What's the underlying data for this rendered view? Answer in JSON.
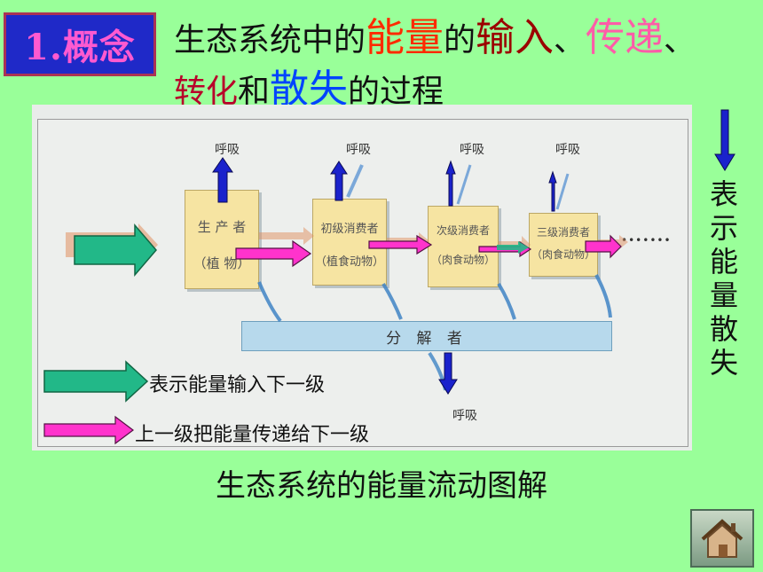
{
  "heading": {
    "concept_label": "1.概念",
    "line1": [
      {
        "text": "生态系统中的",
        "style": "normal"
      },
      {
        "text": "能量",
        "style": "big red"
      },
      {
        "text": "的",
        "style": "normal"
      },
      {
        "text": "输入",
        "style": "big dred"
      },
      {
        "text": "、",
        "style": "normal"
      },
      {
        "text": "传递",
        "style": "big pink"
      },
      {
        "text": "、",
        "style": "normal"
      }
    ],
    "line2": [
      {
        "text": "转化",
        "style": "maroon"
      },
      {
        "text": "和",
        "style": "normal"
      },
      {
        "text": "散失",
        "style": "big blue"
      },
      {
        "text": "的过程",
        "style": "normal"
      }
    ]
  },
  "diagram": {
    "producer": {
      "line1": "生 产 者",
      "line2": "（植 物）"
    },
    "primary": {
      "line1": "初级消费者",
      "line2": "（植食动物）"
    },
    "secondary": {
      "line1": "次级消费者",
      "line2": "（肉食动物）"
    },
    "tertiary": {
      "line1": "三级消费者",
      "line2": "（肉食动物）"
    },
    "decomposer": "分 解 者",
    "respiration": "呼吸",
    "ellipsis": "•••••••"
  },
  "legend": {
    "green_arrow": "表示能量输入下一级",
    "magenta_arrow": "上一级把能量传递给下一级"
  },
  "side_legend": {
    "chars": [
      "表",
      "示",
      "能",
      "量",
      "散",
      "失"
    ]
  },
  "caption": "生态系统的能量流动图解",
  "colors": {
    "background": "#99ff99",
    "green_arrow": "#22b888",
    "magenta_arrow": "#ff33cc",
    "blue_arrow": "#1a22cc",
    "concept_bg": "#1f29c8"
  },
  "icons": {
    "home": "home-icon"
  }
}
